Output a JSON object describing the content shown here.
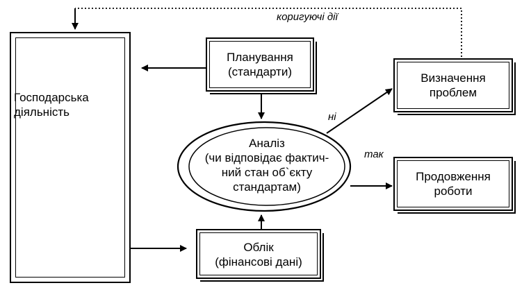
{
  "nodes": {
    "activity": "Господарська\nдіяльність",
    "planning": "Планування\n(стандарти)",
    "analysis": "Аналіз\n(чи відповідає фактич-\nний стан об`єкту\nстандартам)",
    "problems": "Визначення\nпроблем",
    "continue": "Продовження\nроботи",
    "accounting": "Облік\n(фінансові дані)"
  },
  "edge_labels": {
    "corrective": "коригуючі дії",
    "no": "ні",
    "yes": "так"
  }
}
